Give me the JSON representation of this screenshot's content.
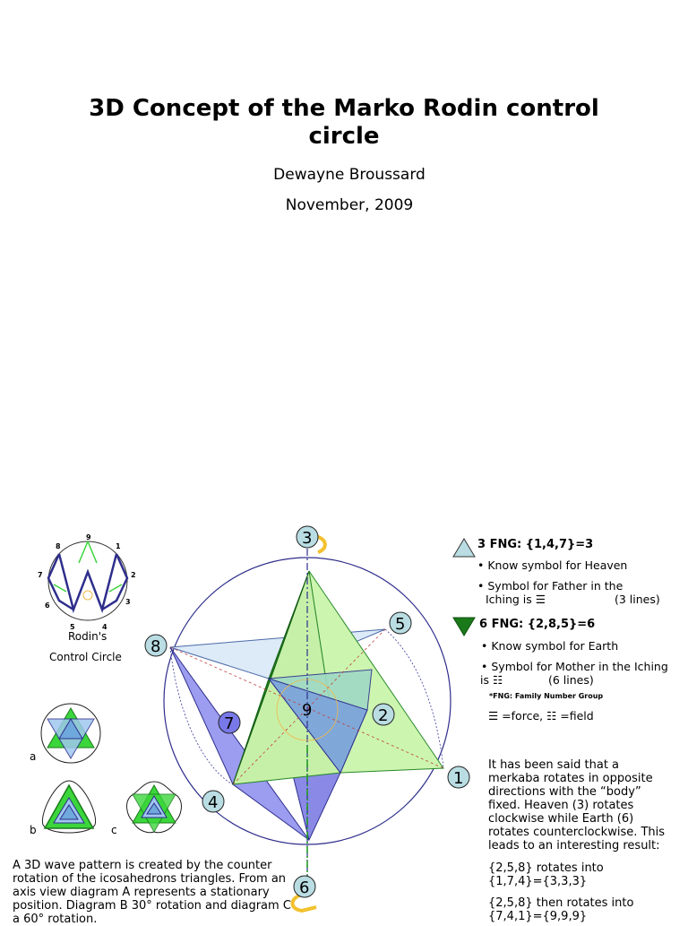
{
  "title": "3D Concept of the Marko Rodin control circle",
  "author": "Dewayne Broussard",
  "date": "November, 2009",
  "rodin": {
    "label_line1": "Rodin's",
    "label_line2": "Control Circle",
    "numbers": [
      "9",
      "1",
      "2",
      "3",
      "4",
      "5",
      "6",
      "7",
      "8"
    ]
  },
  "small_diagrams": {
    "a": "a",
    "b": "b",
    "c": "c"
  },
  "main_diagram": {
    "center": "9",
    "circles": [
      "3",
      "5",
      "8",
      "7",
      "2",
      "1",
      "4",
      "6"
    ]
  },
  "legend": {
    "fng3": {
      "heading": "3 FNG: {1,4,7}=3",
      "bullet1": "Know symbol for Heaven",
      "bullet2_line1": "Symbol for Father in the",
      "bullet2_line2": "Iching is ☰",
      "bullet2_note": "(3 lines)"
    },
    "fng6": {
      "heading": "6 FNG: {2,8,5}=6",
      "bullet1": "Know symbol for Earth",
      "bullet2_line1": "Symbol for Mother in the Iching",
      "bullet2_line2": "is ☷",
      "bullet2_note": "(6 lines)"
    },
    "footnote": "*FNG: Family Number Group",
    "forcefield": "☰ =force, ☷ =field"
  },
  "merkaba_text": [
    "It has been said that a",
    "merkaba rotates in opposite",
    "directions with the “body”",
    "fixed. Heaven (3) rotates",
    "clockwise while Earth (6)",
    "rotates counterclockwise. This",
    "leads to an interesting result:"
  ],
  "rotation1": [
    "{2,5,8} rotates into",
    "{1,7,4}={3,3,3}"
  ],
  "rotation2": [
    "{2,5,8} then rotates into",
    "{7,4,1}={9,9,9}"
  ],
  "wave_text": [
    "A 3D wave pattern is created by the counter",
    "rotation of the icosahedrons triangles. From an",
    "axis view diagram A represents a stationary",
    "position. Diagram B 30° rotation and diagram C",
    "a 60° rotation."
  ],
  "colors": {
    "accent_blue": "#2e2e8c",
    "green": "#3bd63b",
    "light_green": "#ccf5b0",
    "violet": "#9c9cf0",
    "badge": "#b9dde3",
    "dark_green": "#1a7a1a"
  }
}
